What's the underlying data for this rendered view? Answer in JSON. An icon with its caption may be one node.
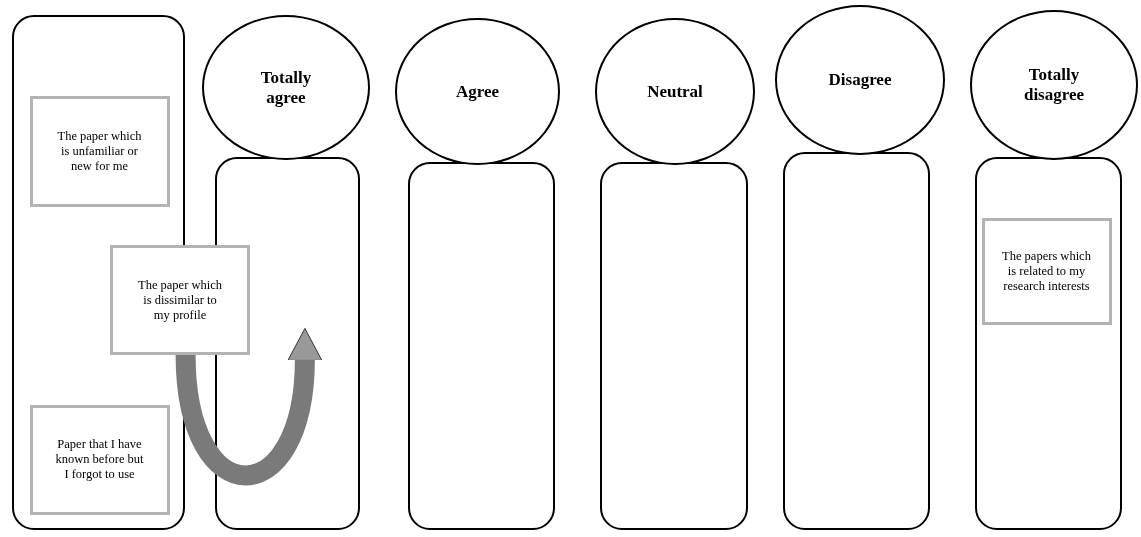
{
  "diagram": {
    "nodes": [
      {
        "text": [],
        "shape": "box"
      },
      {
        "text": [
          "The paper which is unfamiliar or new for me"
        ],
        "in": 0
      },
      {
        "text": [
          "The paper which is dissimilar to my profile"
        ]
      },
      {
        "text": [
          "Paper that I have known before but I forgot to use"
        ],
        "in": 0
      },
      {
        "text": [
          "Totally agree"
        ]
      },
      {
        "text": [],
        "shape": "box"
      },
      {
        "text": [
          "Agree"
        ]
      },
      {
        "text": [],
        "shape": "box"
      },
      {
        "text": [
          "Neutral"
        ]
      },
      {
        "text": [],
        "shape": "box"
      },
      {
        "text": [
          "Disagree"
        ]
      },
      {
        "text": [],
        "shape": "box"
      },
      {
        "text": [
          "Totally disagree"
        ]
      },
      {
        "text": [],
        "shape": "box"
      },
      {
        "text": [
          "The papers which is related to my research interests"
        ],
        "in": 13
      }
    ],
    "edges": [
      {
        "from": 2,
        "to": 5,
        "arrow": "to"
      }
    ]
  }
}
